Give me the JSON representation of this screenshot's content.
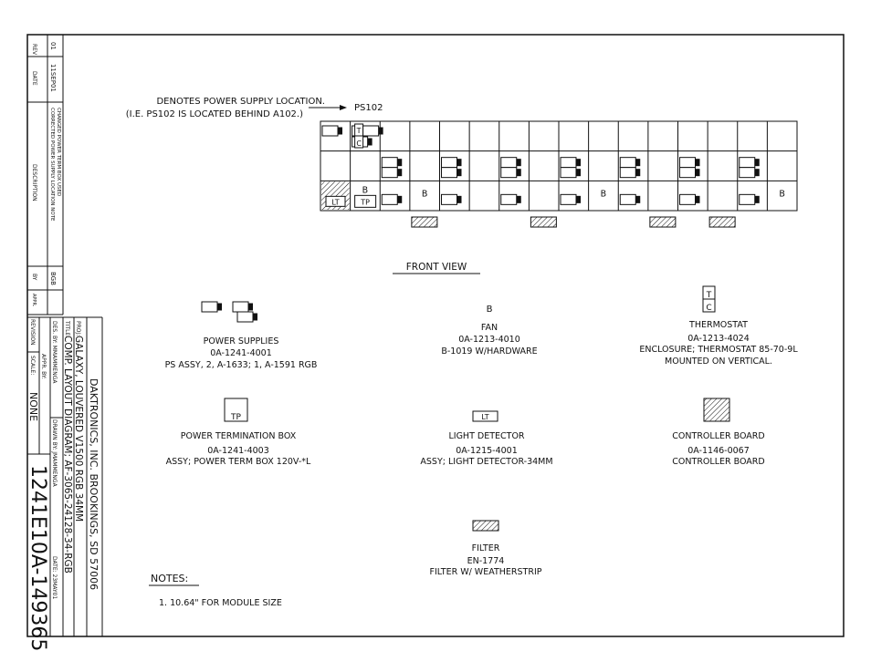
{
  "revision_block": {
    "header": {
      "rev": "REV",
      "date": "DATE",
      "description": "DESCRIPTION",
      "by": "BY",
      "appr": "APPR."
    },
    "row": {
      "rev": "01",
      "date": "11SEP01",
      "description_line1": "CORRECTED POWER SUPPLY LOCATION NOTE",
      "description_line2": "CHANGED POWER TERM BOX USED",
      "by": "BGB",
      "appr": ""
    },
    "label": "REVISION"
  },
  "title_block": {
    "company": "DAKTRONICS, INC. BROOKINGS, SD 57006",
    "proj_label": "PROJ:",
    "proj": "GALAXY, LOUVERED V1500 RGB 34MM",
    "title_label": "TITLE:",
    "title": "COMP. LAYOUT DIAGRAM; AF-3065-24128-34-RGB",
    "des_by": "DES. BY: MMAMMENGA",
    "drawn_by": "DRAWN BY: JMAMMENGA",
    "date": "DATE: 23MAY01",
    "appr_by": "APPR. BY:",
    "scale_label": "SCALE:",
    "scale": "NONE",
    "drawing_number": "1241E10A-149365"
  },
  "note_ps": {
    "line1": "DENOTES POWER SUPPLY LOCATION.",
    "line2": "(I.E. PS102 IS LOCATED BEHIND A102.)",
    "target": "PS102"
  },
  "grid": {
    "cell_labels": {
      "lt": "LT",
      "b": "B",
      "tp": "TP",
      "t": "T",
      "c": "C"
    }
  },
  "view_title": "FRONT VIEW",
  "legend": [
    {
      "id": "power-supplies",
      "name": "POWER SUPPLIES",
      "part": "0A-1241-4001",
      "desc": "PS ASSY, 2, A-1633; 1, A-1591 RGB"
    },
    {
      "id": "fan",
      "symbol": "B",
      "name": "FAN",
      "part": "0A-1213-4010",
      "desc": "B-1019 W/HARDWARE"
    },
    {
      "id": "thermostat",
      "symbol_top": "T",
      "symbol_bottom": "C",
      "name": "THERMOSTAT",
      "part": "0A-1213-4024",
      "desc": "ENCLOSURE; THERMOSTAT 85-70-9L",
      "desc2": "MOUNTED ON VERTICAL."
    },
    {
      "id": "power-termination-box",
      "symbol": "TP",
      "name": "POWER TERMINATION BOX",
      "part": "0A-1241-4003",
      "desc": "ASSY; POWER TERM BOX 120V-*L"
    },
    {
      "id": "light-detector",
      "symbol": "LT",
      "name": "LIGHT DETECTOR",
      "part": "0A-1215-4001",
      "desc": "ASSY; LIGHT DETECTOR-34MM"
    },
    {
      "id": "controller-board",
      "name": "CONTROLLER BOARD",
      "part": "0A-1146-0067",
      "desc": "CONTROLLER BOARD"
    },
    {
      "id": "filter",
      "name": "FILTER",
      "part": "EN-1774",
      "desc": "FILTER W/ WEATHERSTRIP"
    }
  ],
  "notes": {
    "title": "NOTES:",
    "items": [
      "1.  10.64\" FOR MODULE SIZE"
    ]
  }
}
